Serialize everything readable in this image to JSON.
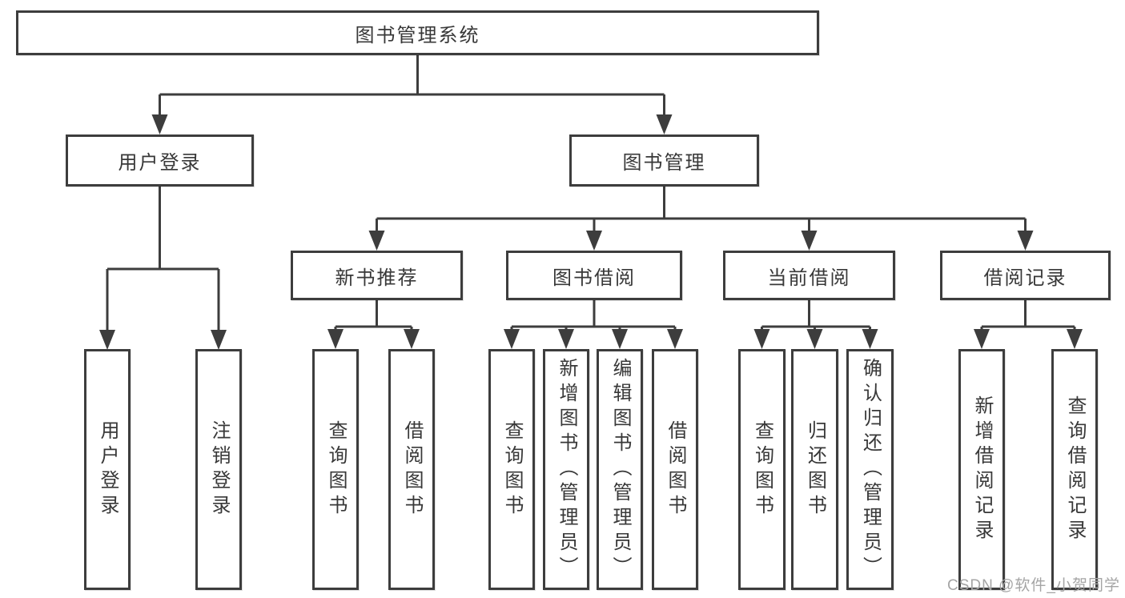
{
  "nodes": {
    "root": {
      "label": "图书管理系统"
    },
    "user_login": {
      "label": "用户登录",
      "children": {
        "login": {
          "label": "用户登录"
        },
        "logout": {
          "label": "注销登录"
        }
      }
    },
    "book_mgmt": {
      "label": "图书管理",
      "children": {
        "new_books": {
          "label": "新书推荐",
          "children": {
            "query": {
              "label": "查询图书"
            },
            "borrow": {
              "label": "借阅图书"
            }
          }
        },
        "borrowing": {
          "label": "图书借阅",
          "children": {
            "query": {
              "label": "查询图书"
            },
            "add": {
              "label": "新增图书（管理员）"
            },
            "edit": {
              "label": "编辑图书（管理员）"
            },
            "borrow": {
              "label": "借阅图书"
            }
          }
        },
        "current": {
          "label": "当前借阅",
          "children": {
            "query": {
              "label": "查询图书"
            },
            "return": {
              "label": "归还图书"
            },
            "confirm": {
              "label": "确认归还（管理员）"
            }
          }
        },
        "records": {
          "label": "借阅记录",
          "children": {
            "add": {
              "label": "新增借阅记录"
            },
            "query": {
              "label": "查询借阅记录"
            }
          }
        }
      }
    }
  },
  "watermark": {
    "text": "CSDN @软件_小贺同学"
  },
  "colors": {
    "line": "#3d3d3d",
    "box_border": "#3d3d3d",
    "box_fill": "#ffffff",
    "text": "#383838",
    "watermark": "#a5a5a5"
  }
}
